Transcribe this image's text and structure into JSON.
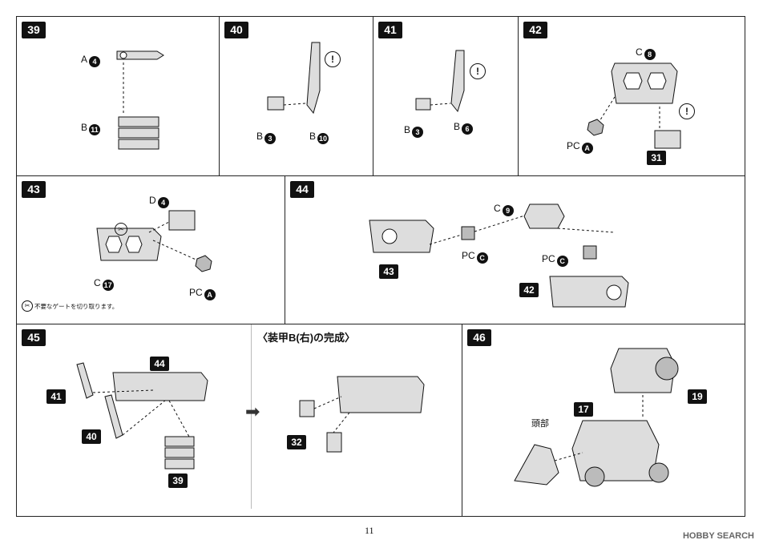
{
  "steps": {
    "s39": {
      "num": "39",
      "labels": [
        {
          "t": "A",
          "n": "4"
        },
        {
          "t": "B",
          "n": "11"
        }
      ]
    },
    "s40": {
      "num": "40",
      "labels": [
        {
          "t": "B",
          "n": "3"
        },
        {
          "t": "B",
          "n": "10"
        }
      ]
    },
    "s41": {
      "num": "41",
      "labels": [
        {
          "t": "B",
          "n": "3"
        },
        {
          "t": "B",
          "n": "6"
        }
      ]
    },
    "s42": {
      "num": "42",
      "labels": [
        {
          "t": "C",
          "n": "8"
        },
        {
          "t": "PC",
          "n": "A"
        }
      ],
      "sub": "31"
    },
    "s43": {
      "num": "43",
      "labels": [
        {
          "t": "D",
          "n": "4"
        },
        {
          "t": "C",
          "n": "17"
        },
        {
          "t": "PC",
          "n": "A"
        }
      ],
      "note": "不要なゲートを切り取ります。"
    },
    "s44": {
      "num": "44",
      "labels": [
        {
          "t": "C",
          "n": "9"
        },
        {
          "t": "PC",
          "n": "C"
        },
        {
          "t": "PC",
          "n": "C"
        }
      ],
      "subs": [
        "43",
        "42"
      ]
    },
    "s45": {
      "num": "45",
      "subs": [
        "41",
        "44",
        "40",
        "39",
        "32"
      ],
      "complete_title": "〈装甲B(右)の完成〉"
    },
    "s46": {
      "num": "46",
      "subs": [
        "17",
        "19"
      ],
      "head_label": "頭部"
    }
  },
  "page_number": "11",
  "watermark": "HOBBY SEARCH",
  "icons": [
    "exclamation-icon",
    "cut-gate-icon",
    "next-arrow-icon"
  ]
}
